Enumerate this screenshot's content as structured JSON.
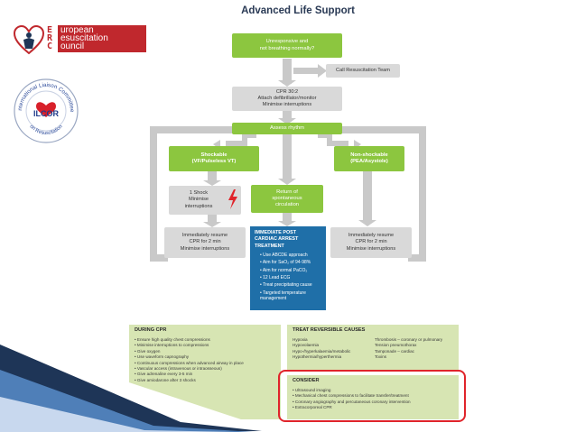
{
  "title": "Advanced Life Support",
  "erc_logo": {
    "lines": [
      {
        "letter": "E",
        "rest": "uropean"
      },
      {
        "letter": "R",
        "rest": "esuscitation"
      },
      {
        "letter": "C",
        "rest": "ouncil"
      }
    ]
  },
  "ilcor_logo": {
    "top_text": "International Liaison Committee",
    "center_text": "ILCOR",
    "bottom_text": "on Resuscitation"
  },
  "flow": {
    "unresponsive": [
      "Unresponsive and",
      "not breathing normally?"
    ],
    "call_team": "Call Resuscitation Team",
    "cpr": [
      "CPR 30:2",
      "Attach defibrillator/monitor",
      "Minimise interruptions"
    ],
    "assess": "Assess rhythm",
    "shockable": [
      "Shockable",
      "(VF/Pulseless VT)"
    ],
    "non_shockable": [
      "Non-shockable",
      "(PEA/Asystole)"
    ],
    "one_shock": [
      "1 Shock",
      "Minimise",
      "interruptions"
    ],
    "rosc": [
      "Return of",
      "spontaneous",
      "circulation"
    ],
    "resume_left": [
      "Immediately resume",
      "CPR for 2 min",
      "Minimise interruptions"
    ],
    "resume_right": [
      "Immediately resume",
      "CPR for 2 min",
      "Minimise interruptions"
    ],
    "post_arrest": {
      "heading": [
        "IMMEDIATE POST",
        "CARDIAC ARREST",
        "TREATMENT"
      ],
      "items": [
        "Use ABCDE approach",
        "Aim for SaO₂ of 94-98%",
        "Aim for normal PaCO₂",
        "12 Lead ECG",
        "Treat precipitating cause",
        "Targeted temperature management"
      ]
    }
  },
  "during_cpr": {
    "heading": "DURING CPR",
    "items": [
      "Ensure high quality chest compressions",
      "Minimise interruptions to compressions",
      "Give oxygen",
      "Use waveform capnography",
      "Continuous compressions when advanced airway in place",
      "Vascular access (intravenous or intraosseous)",
      "Give adrenaline every 3-5 min",
      "Give amiodarone after 3 shocks"
    ]
  },
  "reversible": {
    "heading": "TREAT REVERSIBLE CAUSES",
    "left": [
      "Hypoxia",
      "Hypovolaemia",
      "Hypo-/hyperkalaemia/metabolic",
      "Hypothermia/hyperthermia"
    ],
    "right": [
      "Thrombosis – coronary or pulmonary",
      "Tension pneumothorax",
      "Tamponade – cardiac",
      "Toxins"
    ]
  },
  "consider": {
    "heading": "CONSIDER",
    "items": [
      "Ultrasound imaging",
      "Mechanical chest compressions to facilitate transfer/treatment",
      "Coronary angiography and percutaneous coronary intervention",
      "Extracorporeal CPR"
    ]
  },
  "colors": {
    "green": "#8cc63f",
    "blue": "#1f6fa8",
    "grey": "#d9d9d9",
    "panel": "#d7e5b3",
    "highlight": "#e0242b",
    "navy": "#1e3557"
  }
}
